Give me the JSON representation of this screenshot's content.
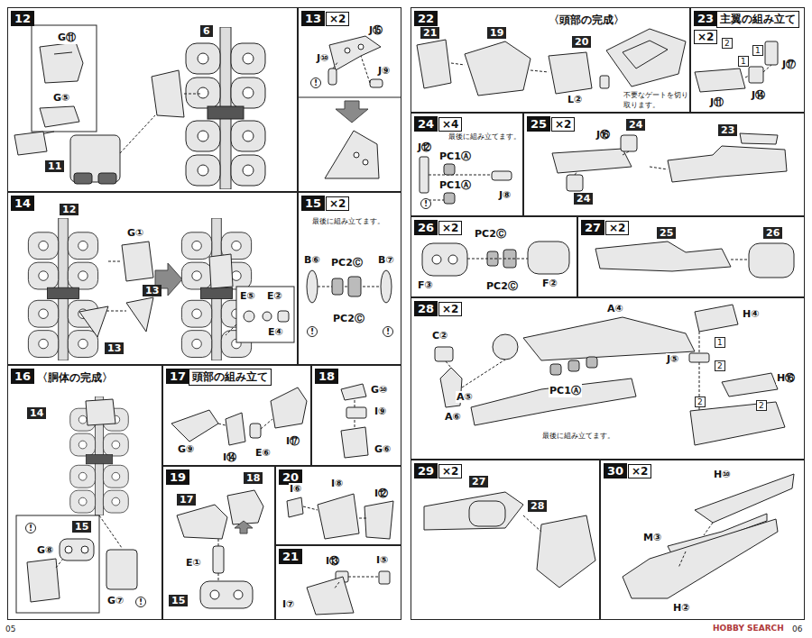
{
  "diagram": {
    "nodes": [
      {
        "text": [
          "12"
        ]
      },
      {
        "text": [
          "13",
          "×2"
        ]
      },
      {
        "text": [
          "14"
        ]
      },
      {
        "text": [
          "15",
          "×2"
        ]
      },
      {
        "text": [
          "16",
          "〈胴体の完成〉"
        ]
      },
      {
        "text": [
          "17",
          "頭部の組み立て"
        ]
      },
      {
        "text": [
          "18"
        ]
      },
      {
        "text": [
          "19"
        ]
      },
      {
        "text": [
          "20"
        ]
      },
      {
        "text": [
          "21"
        ]
      },
      {
        "text": [
          "22",
          "〈頭部の完成〉"
        ]
      },
      {
        "text": [
          "23",
          "主翼の組み立て",
          "×2"
        ]
      },
      {
        "text": [
          "24",
          "×4"
        ]
      },
      {
        "text": [
          "25",
          "×2"
        ]
      },
      {
        "text": [
          "26",
          "×2"
        ]
      },
      {
        "text": [
          "27",
          "×2"
        ]
      },
      {
        "text": [
          "28",
          "×2"
        ]
      },
      {
        "text": [
          "29",
          "×2"
        ]
      },
      {
        "text": [
          "30",
          "×2"
        ]
      }
    ],
    "labels": [
      "G⑪",
      "G⑤",
      "11",
      "6",
      "J⑮",
      "J⑩",
      "J⑨",
      "!",
      "12",
      "G①",
      "13",
      "13",
      "E⑤",
      "E②",
      "E④",
      "最後に組み立てます。",
      "B⑥",
      "PC2Ⓒ",
      "B⑦",
      "PC2Ⓒ",
      "!",
      "!",
      "14",
      "15",
      "G⑧",
      "G⑦",
      "!",
      "!",
      "G⑨",
      "I⑭",
      "E⑥",
      "I⑰",
      "G⑩",
      "I⑨",
      "G⑥",
      "18",
      "17",
      "E①",
      "15",
      "I⑥",
      "I⑧",
      "I⑫",
      "I⑬",
      "I⑤",
      "I⑦",
      "21",
      "19",
      "20",
      "L②",
      "不要なゲートを切り取ります。",
      "2",
      "1",
      "J⑰",
      "J⑭",
      "J⑪",
      "1",
      "最後に組み立てます。",
      "J⑫",
      "PC1Ⓐ",
      "PC1Ⓐ",
      "J⑧",
      "!",
      "J⑯",
      "24",
      "24",
      "23",
      "PC2Ⓒ",
      "F③",
      "F②",
      "PC2Ⓒ",
      "25",
      "26",
      "C②",
      "A⑥",
      "A④",
      "PC1Ⓐ",
      "A⑤",
      "最後に組み立てます。",
      "H④",
      "1",
      "J⑤",
      "2",
      "H⑯",
      "2",
      "2",
      "27",
      "28",
      "H⑩",
      "M③",
      "H②",
      "05",
      "06",
      "HOBBY SEARCH"
    ]
  }
}
